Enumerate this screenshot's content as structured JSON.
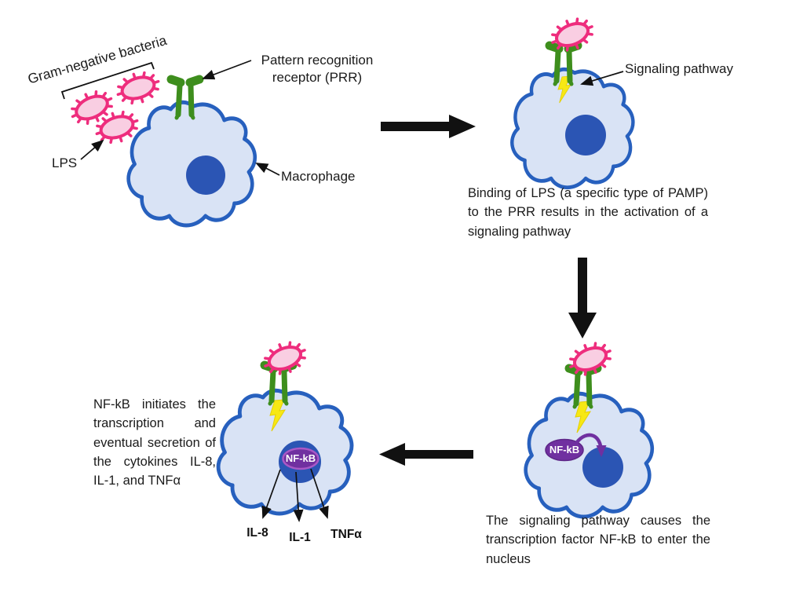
{
  "colors": {
    "cell_fill": "#D9E3F5",
    "cell_stroke": "#2760BE",
    "nucleus": "#2B55B4",
    "bact_fill": "#F9CEE2",
    "bact_stroke": "#EE2D7D",
    "receptor_green": "#3E8E1D",
    "bolt_yellow": "#F7E814",
    "nfkb_purple": "#7030A0",
    "nfkb_rim": "#A958C6",
    "arrow_black": "#111111",
    "text": "#1A1A1A"
  },
  "stage1": {
    "group_label": "Gram-negative bacteria",
    "lps_label": "LPS",
    "prr_label": "Pattern recognition\nreceptor (PRR)",
    "macrophage_label": "Macrophage"
  },
  "stage2": {
    "signaling_label": "Signaling pathway",
    "caption": "Binding of LPS (a specific type of PAMP) to the PRR results in the activation of a signaling pathway"
  },
  "stage3": {
    "nfkb_label": "NF-kB",
    "caption": "The signaling pathway causes the transcription factor NF-kB to enter the nucleus"
  },
  "stage4": {
    "nfkb_label": "NF-kB",
    "caption": "NF-kB initiates the transcription and eventual secretion of the cytokines IL-8, IL-1, and TNFα",
    "cytokines": [
      "IL-8",
      "IL-1",
      "TNFα"
    ]
  }
}
